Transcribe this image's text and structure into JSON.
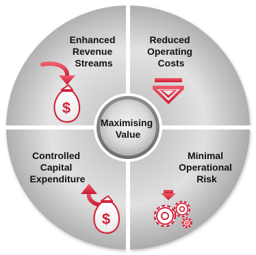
{
  "diagram": {
    "center": {
      "lines": [
        "Maximising",
        "Value"
      ]
    },
    "quadrants": [
      {
        "id": "top-left",
        "lines": [
          "Enhanced",
          "Revenue",
          "Streams"
        ],
        "icon": "money-bag-arrow-down-icon"
      },
      {
        "id": "top-right",
        "lines": [
          "Reduced",
          "Operating",
          "Costs"
        ],
        "icon": "down-chevron-arrow-icon"
      },
      {
        "id": "bottom-left",
        "lines": [
          "Controlled",
          "Capital",
          "Expenditure"
        ],
        "icon": "money-bag-arrow-up-icon"
      },
      {
        "id": "bottom-right",
        "lines": [
          "Minimal",
          "Operational",
          "Risk"
        ],
        "icon": "gears-arrow-down-icon"
      }
    ],
    "colors": {
      "accent": "#d3243a",
      "segment_light": "#e6e6e6",
      "segment_dark": "#9a9a9a",
      "text": "#111111"
    }
  }
}
